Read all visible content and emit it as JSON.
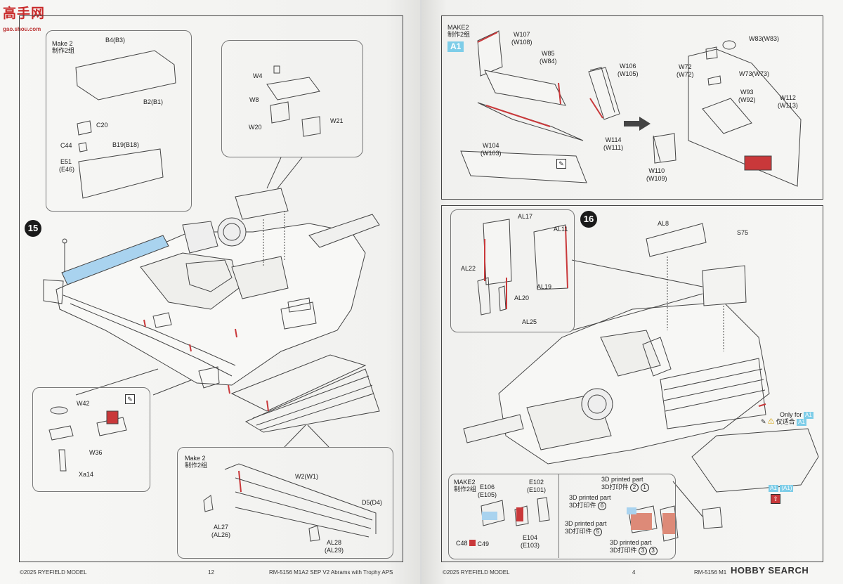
{
  "watermark_top": {
    "brand": "高手网",
    "url": "gao.shou.com"
  },
  "left": {
    "step": "15",
    "inset_top": {
      "make": "Make 2",
      "make_cn": "制作2组",
      "b4": "B4(B3)",
      "b2": "B2(B1)",
      "c20": "C20",
      "c44": "C44",
      "e51": "E51",
      "e46": "(E46)",
      "b19": "B19(B18)"
    },
    "bubble": {
      "w4": "W4",
      "w8": "W8",
      "w20": "W20",
      "w21": "W21"
    },
    "inset_bl": {
      "w42": "W42",
      "w36": "W36",
      "xa14": "Xa14"
    },
    "inset_br": {
      "make": "Make 2",
      "make_cn": "制作2组",
      "w2": "W2(W1)",
      "d5": "D5(D4)",
      "al27": "AL27",
      "al26": "(AL26)",
      "al28": "AL28",
      "al29": "(AL29)"
    },
    "footer": {
      "copyright": "©2025 RYEFIELD MODEL",
      "page": "12",
      "product": "RM-5156 M1A2 SEP V2 Abrams with Trophy APS"
    }
  },
  "right": {
    "top": {
      "make": "MAKE2",
      "make_cn": "制作2组",
      "badge": "A1",
      "w107": "W107",
      "w108": "(W108)",
      "w85": "W85",
      "w84": "(W84)",
      "w106": "W106",
      "w105": "(W105)",
      "w104": "W104",
      "w103": "(W103)",
      "w114": "W114",
      "w111": "(W111)",
      "w83": "W83(W83)",
      "w72": "W72",
      "w72b": "(W72)",
      "w73": "W73(W73)",
      "w93": "W93",
      "w92": "(W92)",
      "w112": "W112",
      "w113": "(W113)",
      "w110": "W110",
      "w109": "(W109)"
    },
    "step": "16",
    "inset": {
      "al17": "AL17",
      "al11": "AL11",
      "al22": "AL22",
      "al19": "AL19",
      "al20": "AL20",
      "al25": "AL25"
    },
    "al8": "AL8",
    "s75": "S75",
    "only_for": "Only for",
    "only_cn": "仅适合",
    "a1_badge": "A1",
    "a1_paren": "(A1)",
    "bottom": {
      "make": "MAKE2",
      "make_cn": "制作2组",
      "e106": "E106",
      "e105": "(E105)",
      "e102": "E102",
      "e101": "(E101)",
      "e104": "E104",
      "e103": "(E103)",
      "c48": "C48",
      "c49": "C49",
      "p3d_1": "3D printed part",
      "p3d_1_cn": "3D打印件",
      "p3d_2": "3D printed part",
      "p3d_2_cn": "3D打印件",
      "p3d_3": "3D printed part",
      "p3d_3_cn": "3D打印件",
      "p3d_4": "3D printed part",
      "p3d_4_cn": "3D打印件",
      "n2": "2",
      "n1": "1",
      "n6": "6",
      "n5": "5",
      "n3": "3",
      "n3b": "3"
    },
    "footer": {
      "copyright": "©2025 RYEFIELD MODEL",
      "page": "4",
      "product": "RM-5156 M1"
    },
    "watermark": "HOBBY SEARCH"
  },
  "colors": {
    "red": "#c9383a",
    "blue": "#a9d3ef",
    "badge": "#7ecde8"
  }
}
